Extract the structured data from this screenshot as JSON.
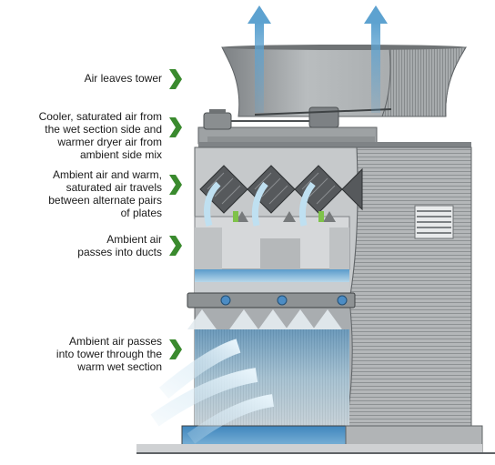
{
  "labels": [
    {
      "id": "air-leaves-tower",
      "lines": [
        "Air leaves tower"
      ]
    },
    {
      "id": "cooler-saturated-air",
      "lines": [
        "Cooler, saturated air from",
        "the wet section side and",
        "warmer dryer air from",
        "ambient side mix"
      ]
    },
    {
      "id": "ambient-warm-air-plates",
      "lines": [
        "Ambient air and warm,",
        "saturated air travels",
        "between alternate pairs",
        "of plates"
      ]
    },
    {
      "id": "ambient-air-ducts",
      "lines": [
        "Ambient air",
        "passes into ducts"
      ]
    },
    {
      "id": "ambient-air-wet-section",
      "lines": [
        "Ambient air passes",
        "into tower through the",
        "warm wet section"
      ]
    }
  ],
  "colors": {
    "pointer_green": "#3a8a2e",
    "tower_gray": "#8e9294",
    "water_blue": "#6aa8cf",
    "airflow_blue": "#d6ecf7",
    "warm_air_green": "#7fc24a"
  },
  "icons": [
    "chevron-right-icon",
    "upward-air-arrow-icon",
    "spray-nozzle-icon",
    "fan-motor-icon",
    "louver-grille-icon"
  ]
}
